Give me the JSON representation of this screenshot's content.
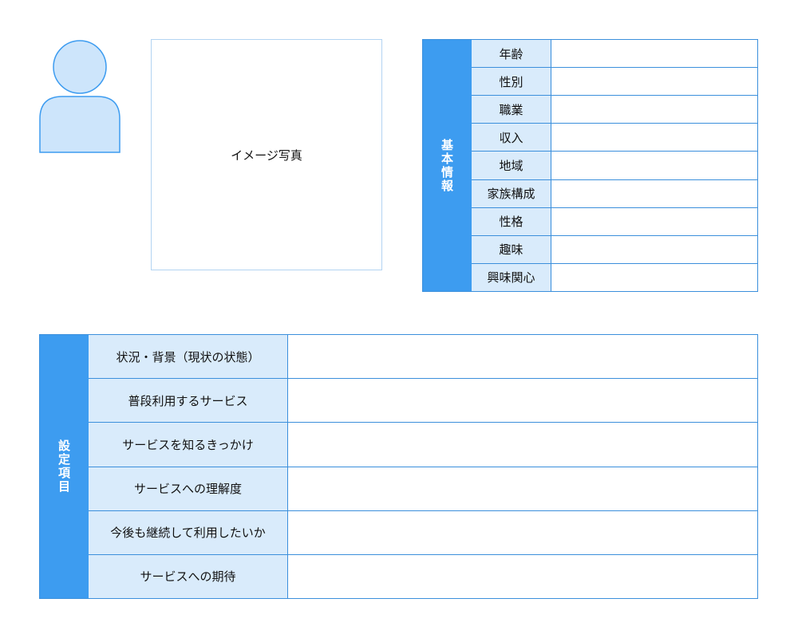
{
  "photo": {
    "label": "イメージ写真"
  },
  "avatar": {
    "icon": "person-silhouette-icon",
    "fill": "#cde5fb",
    "stroke": "#3d9cf0"
  },
  "basic_info": {
    "header": "基本情報",
    "rows": [
      {
        "label": "年齢",
        "value": ""
      },
      {
        "label": "性別",
        "value": ""
      },
      {
        "label": "職業",
        "value": ""
      },
      {
        "label": "収入",
        "value": ""
      },
      {
        "label": "地域",
        "value": ""
      },
      {
        "label": "家族構成",
        "value": ""
      },
      {
        "label": "性格",
        "value": ""
      },
      {
        "label": "趣味",
        "value": ""
      },
      {
        "label": "興味関心",
        "value": ""
      }
    ]
  },
  "settings": {
    "header": "設定項目",
    "rows": [
      {
        "label": "状況・背景（現状の状態）",
        "value": ""
      },
      {
        "label": "普段利用するサービス",
        "value": ""
      },
      {
        "label": "サービスを知るきっかけ",
        "value": ""
      },
      {
        "label": "サービスへの理解度",
        "value": ""
      },
      {
        "label": "今後も継続して利用したいか",
        "value": ""
      },
      {
        "label": "サービスへの期待",
        "value": ""
      }
    ]
  },
  "colors": {
    "accent": "#3d9cf0",
    "label_bg": "#d9ebfb",
    "border": "#3b8fdc",
    "photo_border": "#b3d4f2"
  }
}
